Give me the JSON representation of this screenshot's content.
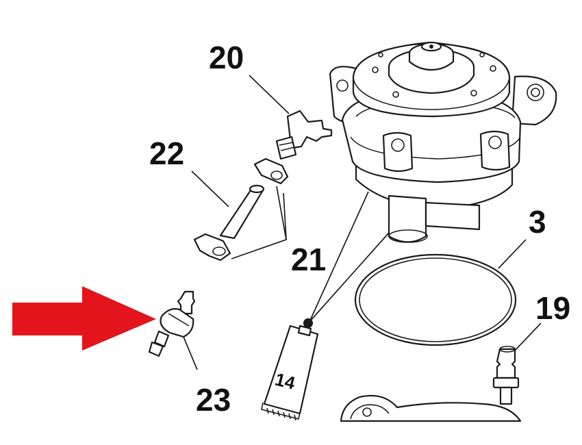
{
  "diagram": {
    "labels": {
      "l20": "20",
      "l22": "22",
      "l21": "21",
      "l3": "3",
      "l19": "19",
      "l23": "23",
      "l14": "14"
    },
    "colors": {
      "arrow": "#e3141b",
      "ink": "#1a1a1a",
      "background": "#ffffff"
    },
    "highlighted_part": "23"
  }
}
